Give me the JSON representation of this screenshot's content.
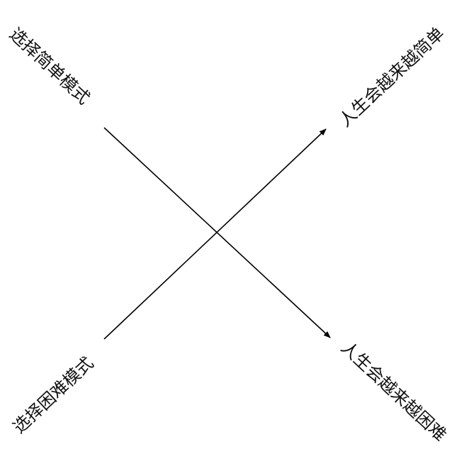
{
  "labels": {
    "top_left": "选择简单模式",
    "bottom_left": "选择困难模式",
    "top_right": "人生会越来越简单",
    "bottom_right": "人生会越来越困难"
  },
  "colors": {
    "line": "#000000",
    "text": "#111111",
    "background": "#ffffff"
  }
}
